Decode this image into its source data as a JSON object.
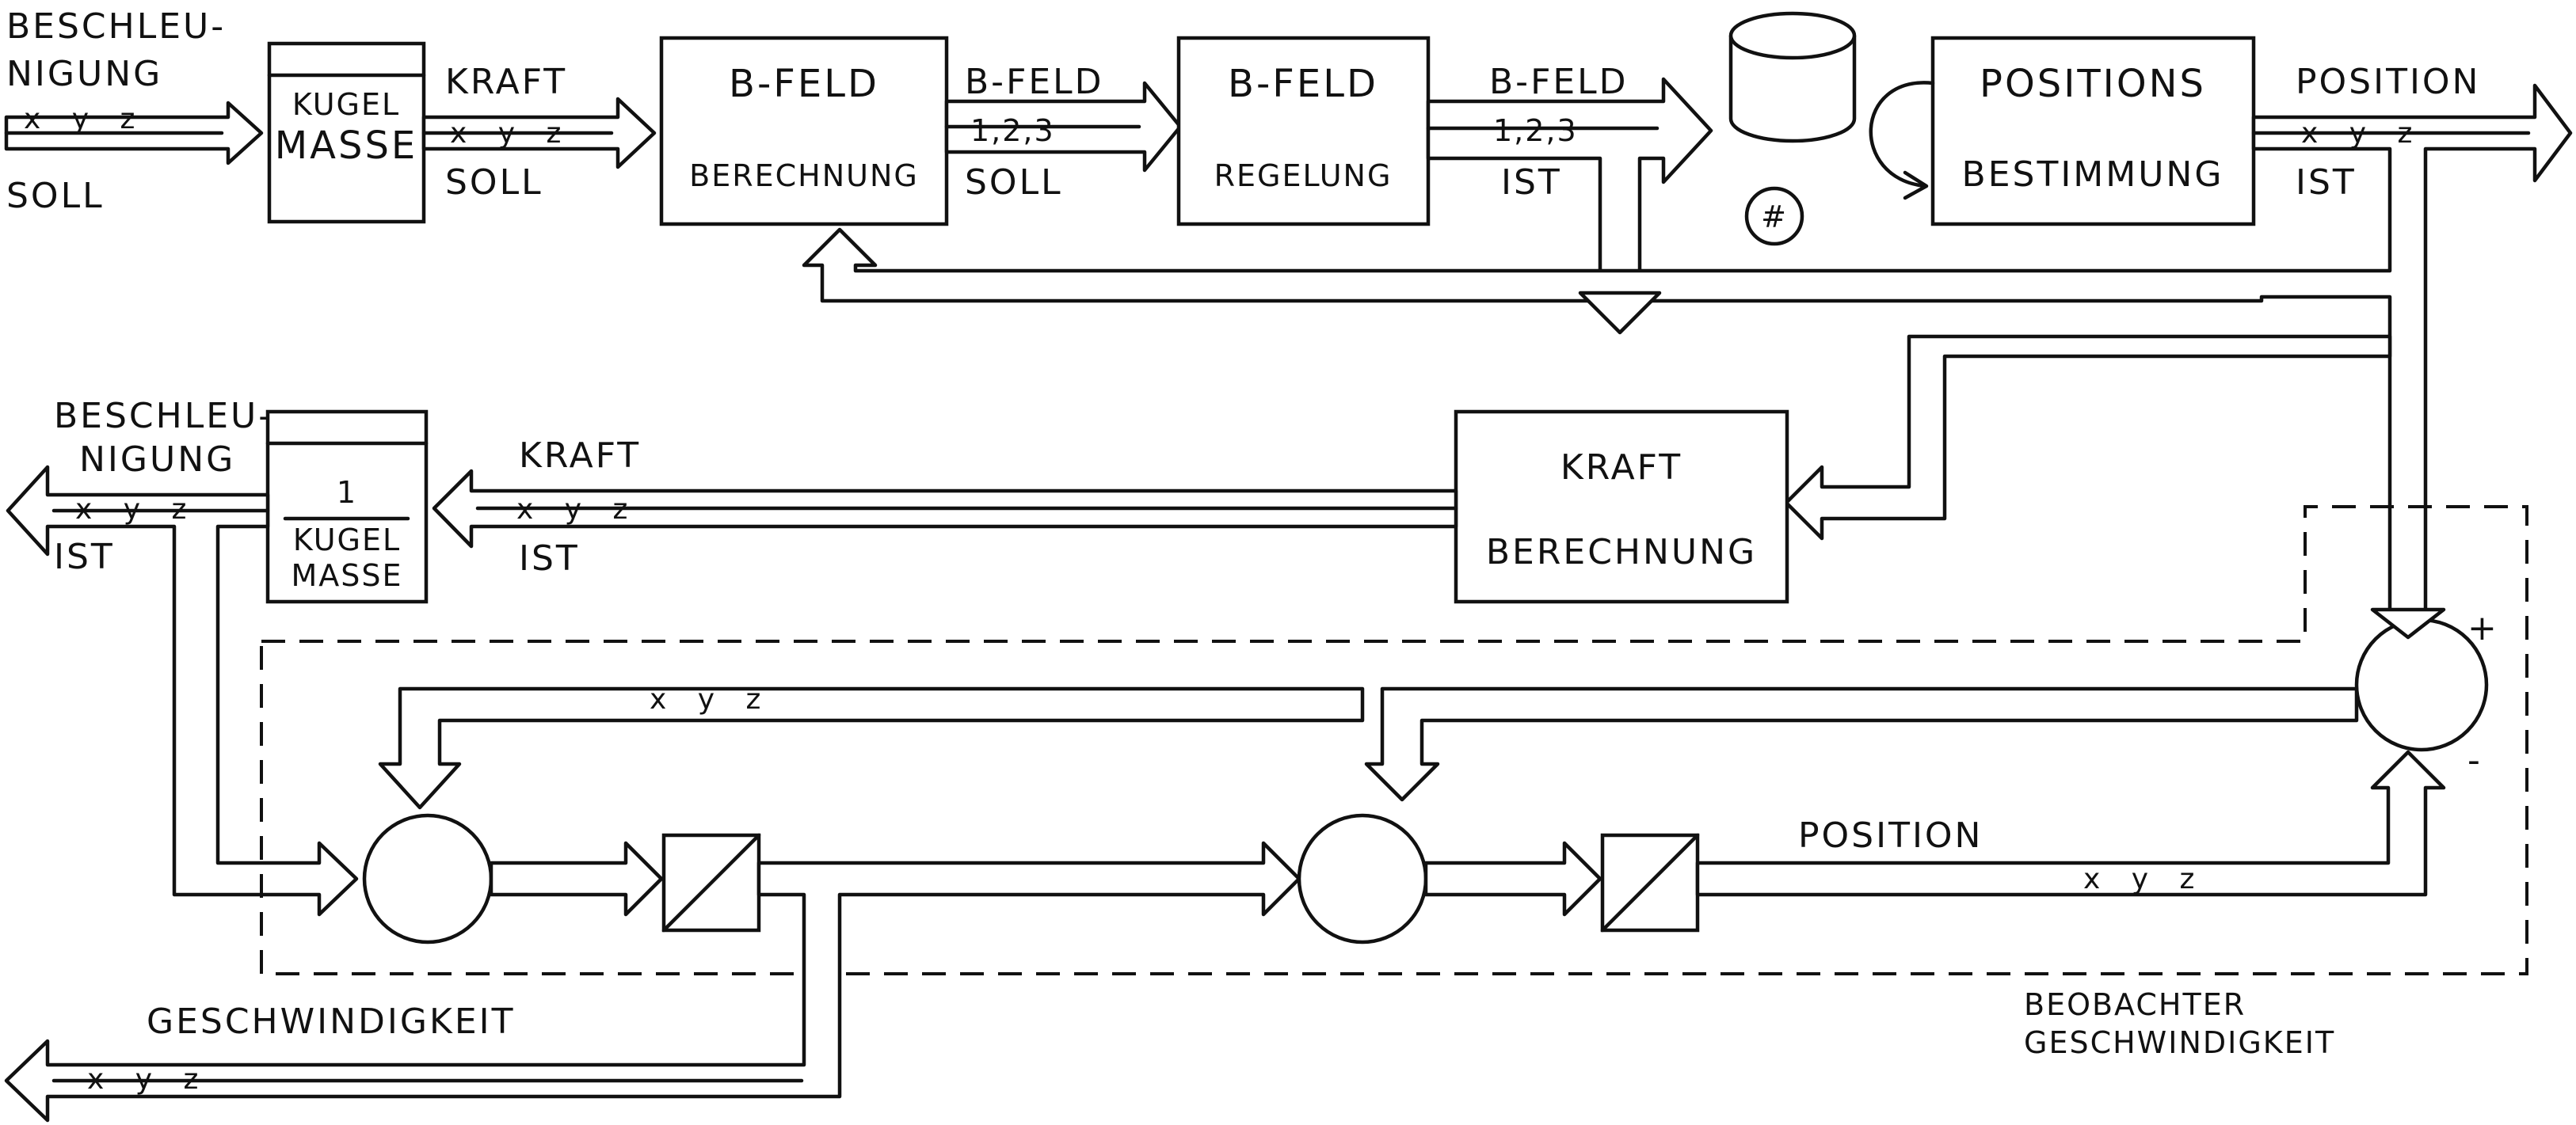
{
  "inputs": {
    "beschleunigung_soll": {
      "line1": "BESCHLEU-",
      "line2": "NIGUNG",
      "axes": "x y z",
      "state": "SOLL"
    }
  },
  "blocks": {
    "kugel_masse": {
      "line1": "KUGEL",
      "line2": "MASSE"
    },
    "bfeld_berechnung": {
      "title": "B-FELD",
      "subtitle": "BERECHNUNG"
    },
    "bfeld_regelung": {
      "title": "B-FELD",
      "subtitle": "REGELUNG"
    },
    "positions_bestimmung": {
      "title": "POSITIONS",
      "subtitle": "BESTIMMUNG"
    },
    "kraft_berechnung": {
      "title": "KRAFT",
      "subtitle": "BERECHNUNG"
    },
    "inverse_masse": {
      "numerator": "1",
      "line1": "KUGEL",
      "line2": "MASSE"
    }
  },
  "signals": {
    "kraft_soll": {
      "name": "KRAFT",
      "axes": "x y z",
      "state": "SOLL"
    },
    "bfeld_soll": {
      "name": "B-FELD",
      "channels": "1,2,3",
      "state": "SOLL"
    },
    "bfeld_ist": {
      "name": "B-FELD",
      "channels": "1,2,3",
      "state": "IST"
    },
    "position_ist": {
      "name": "POSITION",
      "axes": "x y z",
      "state": "IST"
    },
    "kraft_ist": {
      "name": "KRAFT",
      "axes": "x y z",
      "state": "IST"
    },
    "beschleunigung_ist": {
      "line1": "BESCHLEU-",
      "line2": "NIGUNG",
      "axes": "x y z",
      "state": "IST"
    },
    "feedback_xyz": {
      "axes": "x y z"
    },
    "position_est": {
      "name": "POSITION",
      "axes": "x y z"
    },
    "geschwindigkeit": {
      "name": "GESCHWINDIGKEIT",
      "axes": "x y z"
    }
  },
  "comparator": {
    "plus": "+",
    "minus": "-"
  },
  "camera": {
    "symbol": "#"
  },
  "observer": {
    "line1": "BEOBACHTER",
    "line2": "GESCHWINDIGKEIT"
  }
}
